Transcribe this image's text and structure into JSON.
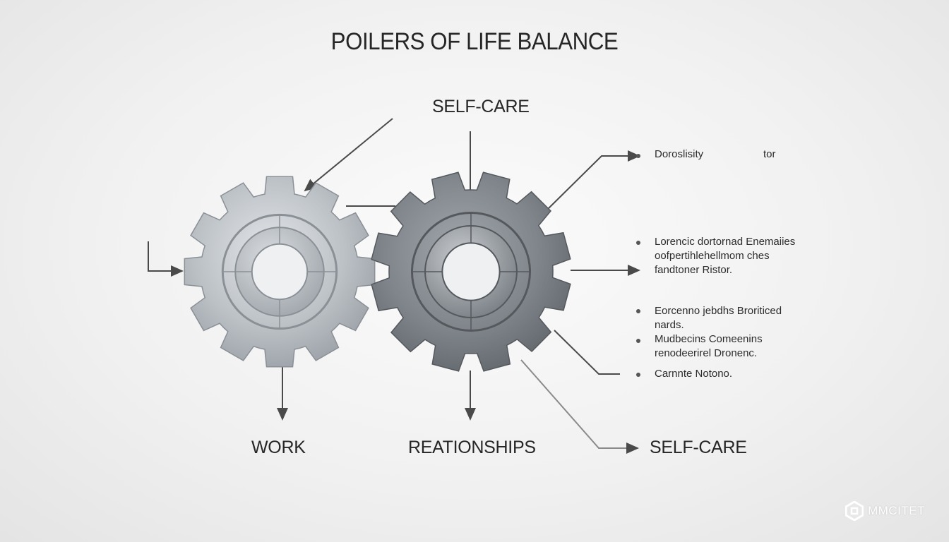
{
  "title": "POILERS OF LIFE BALANCE",
  "labels": {
    "top": "SELF-CARE",
    "work": "WORK",
    "relationships": "REATIONSHIPS",
    "self_care_bottom": "SELF-CARE"
  },
  "notes": {
    "n1_a": "Doroslisity",
    "n1_b": "tor",
    "n2_l1": "Lorencic dortornad Enemaiies",
    "n2_l2": "oofpertihlehellmom ches",
    "n2_l3": "fandtoner Ristor.",
    "n3_l1": "Eorcenno jebdhs Broriticed",
    "n3_l2": "nards.",
    "n4_l1": "Mudbecins Comeenins",
    "n4_l2": "renodeerirel Dronenc.",
    "n5_l1": "Carnnte Notono."
  },
  "watermark": "MMCITET",
  "colors": {
    "gear_light": "#b9bec4",
    "gear_dark": "#7d8288",
    "line": "#4a4a4a",
    "text": "#262626"
  }
}
